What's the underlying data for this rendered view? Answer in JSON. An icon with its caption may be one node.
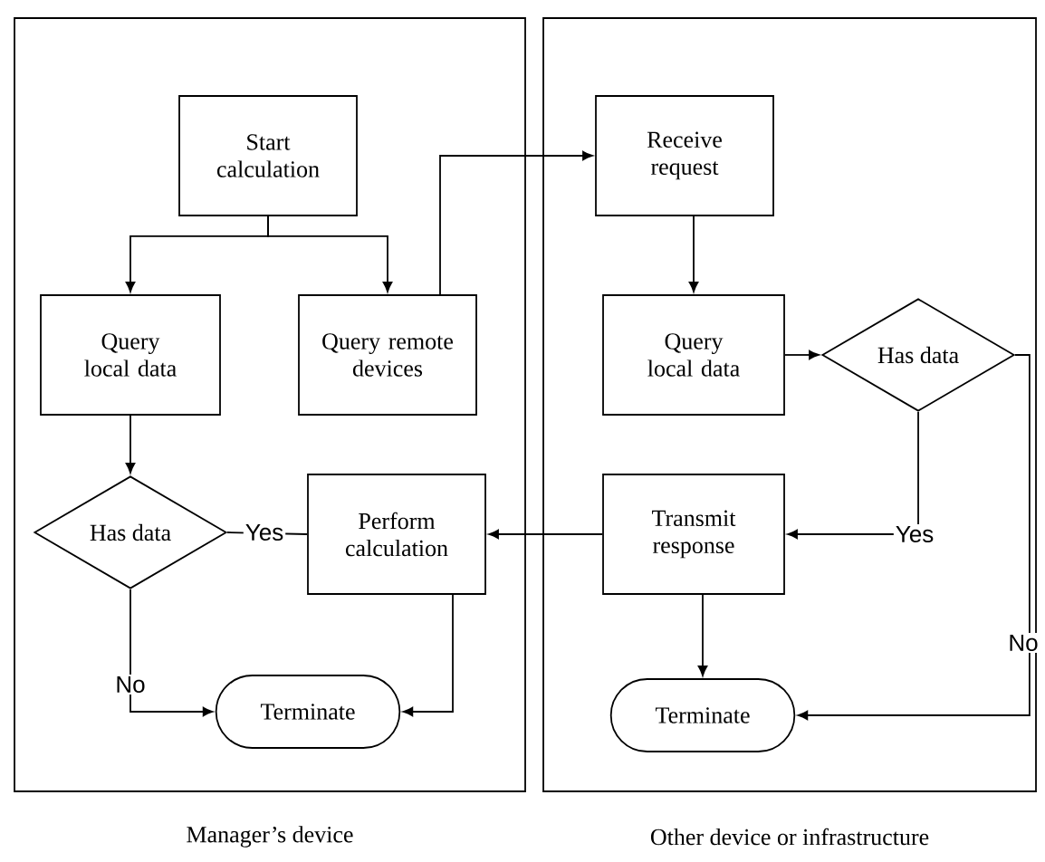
{
  "diagram": {
    "nodes": [
      {
        "text": [
          "Manager’s device"
        ]
      },
      {
        "text": [
          "Other device or infrastructure"
        ]
      },
      {
        "text": [
          "Start calculation"
        ],
        "in": 0
      },
      {
        "text": [
          "Query local data"
        ],
        "in": 0
      },
      {
        "text": [
          "Query remote devices"
        ],
        "in": 0
      },
      {
        "text": [
          "Has data"
        ],
        "in": 0
      },
      {
        "text": [
          "Perform calculation"
        ],
        "in": 0
      },
      {
        "text": [
          "Terminate"
        ],
        "in": 0
      },
      {
        "text": [
          "Receive request"
        ],
        "in": 1
      },
      {
        "text": [
          "Query local data"
        ],
        "in": 1
      },
      {
        "text": [
          "Has data"
        ],
        "in": 1
      },
      {
        "text": [
          "Transmit response"
        ],
        "in": 1
      },
      {
        "text": [
          "Terminate"
        ],
        "in": 1
      }
    ],
    "edges": [
      {
        "from": 2,
        "to": 3,
        "arrow": "to"
      },
      {
        "from": 2,
        "to": 4,
        "arrow": "to"
      },
      {
        "from": 3,
        "to": 5,
        "arrow": "to"
      },
      {
        "from": 5,
        "to": 6,
        "arrow": "none",
        "label": "Yes"
      },
      {
        "from": 5,
        "to": 7,
        "arrow": "to",
        "label": "No"
      },
      {
        "from": 6,
        "to": 7,
        "arrow": "to"
      },
      {
        "from": 4,
        "to": 8,
        "arrow": "to"
      },
      {
        "from": 8,
        "to": 9,
        "arrow": "to"
      },
      {
        "from": 9,
        "to": 10,
        "arrow": "to"
      },
      {
        "from": 10,
        "to": 11,
        "arrow": "to",
        "label": "Yes"
      },
      {
        "from": 10,
        "to": 12,
        "arrow": "to",
        "label": "No"
      },
      {
        "from": 11,
        "to": 6,
        "arrow": "to"
      },
      {
        "from": 11,
        "to": 12,
        "arrow": "to"
      }
    ]
  }
}
